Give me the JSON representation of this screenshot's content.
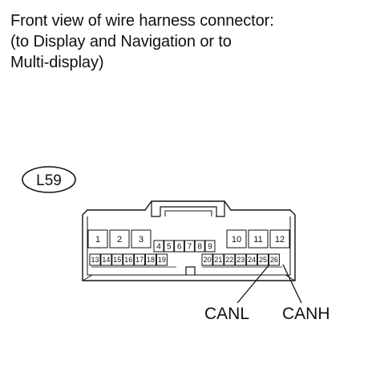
{
  "caption": {
    "line1": "Front view of wire harness connector:",
    "line2": "(to Display and Navigation or to",
    "line3": "Multi-display)"
  },
  "connector": {
    "id": "L59",
    "pins": [
      "1",
      "2",
      "3",
      "4",
      "5",
      "6",
      "7",
      "8",
      "9",
      "10",
      "11",
      "12",
      "13",
      "14",
      "15",
      "16",
      "17",
      "18",
      "19",
      "20",
      "21",
      "22",
      "23",
      "24",
      "25",
      "26"
    ]
  },
  "callouts": {
    "canl": "CANL",
    "canh": "CANH"
  }
}
